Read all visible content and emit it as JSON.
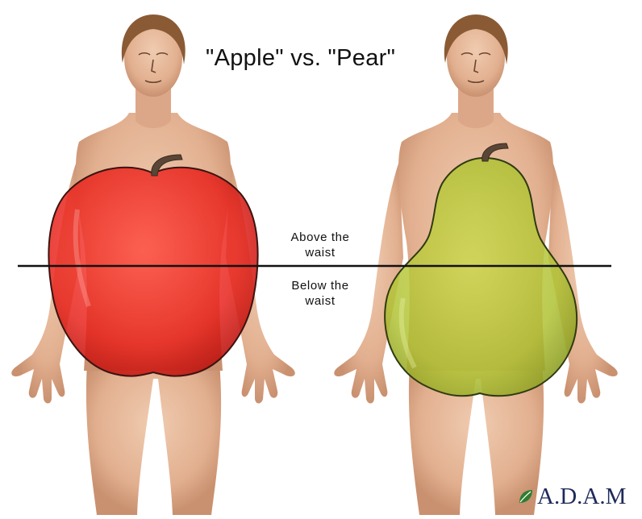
{
  "title": "\"Apple\" vs. \"Pear\"",
  "divider_labels": {
    "above_line1": "Above the",
    "above_line2": "waist",
    "below_line1": "Below the",
    "below_line2": "waist"
  },
  "figures": [
    {
      "name": "apple-figure",
      "fruit": "apple",
      "fruit_color": "#e8231c"
    },
    {
      "name": "pear-figure",
      "fruit": "pear",
      "fruit_color": "#b0c234"
    }
  ],
  "logo": {
    "text": "A.D.A.M",
    "color": "#1e2a5a",
    "leaf_color": "#2e7d32"
  },
  "colors": {
    "skin": "#e7b99a",
    "skin_shadow": "#c98f6c",
    "hair": "#8a5a34",
    "apple": "#e8231c",
    "pear": "#b0c234",
    "stem": "#5a4636",
    "waist_line": "#111111"
  }
}
